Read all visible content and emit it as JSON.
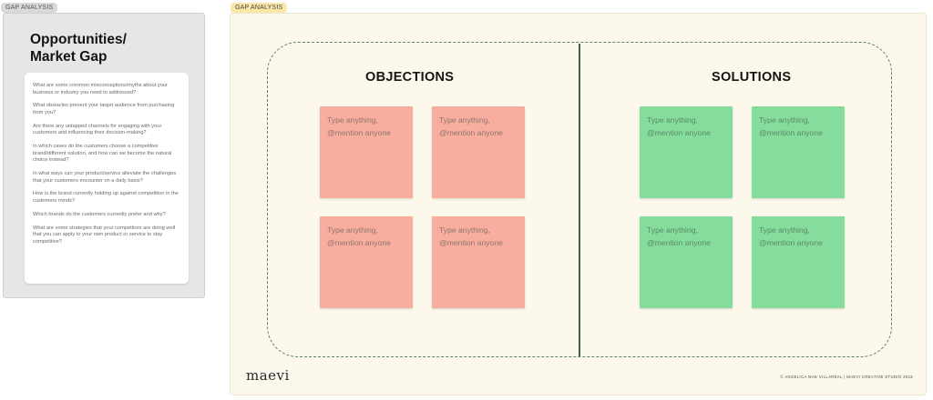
{
  "left_frame": {
    "tag": "GAP ANALYSIS",
    "title": "Opportunities/\nMarket Gap",
    "questions": [
      "What are some common misconceptions/myths about your business or industry you need to addressed?",
      "What obstacles prevent your target audience from purchasing from you?",
      "Are there any untapped channels for engaging with your customers and influencing their decision-making?",
      "In which cases do the customers choose a competitive brand/different solution, and how can we become the natural choice instead?",
      "In what ways can your product/service alleviate the challenges that your customers encounter on a daily basis?",
      "How is the brand currently holding up against competition in the customers minds?",
      "Which brands do the customers currently prefer and why?",
      "What are some strategies that your competitors are doing well that you can apply to your own product or service to stay competitive?"
    ]
  },
  "right_frame": {
    "tag": "GAP ANALYSIS",
    "objections_title": "OBJECTIONS",
    "solutions_title": "SOLUTIONS",
    "sticky_placeholder": "Type anything,\n@mention anyone",
    "logo": "maevi",
    "copyright": "© ANGELICA MAE VILLAREAL | MAEVI CREATIVE STUDIO 2023"
  },
  "colors": {
    "objection_sticky": "#f9ad9f",
    "solution_sticky": "#85dc9d",
    "frame_bg": "#fcf9ec",
    "divider": "#3d5f4a"
  }
}
